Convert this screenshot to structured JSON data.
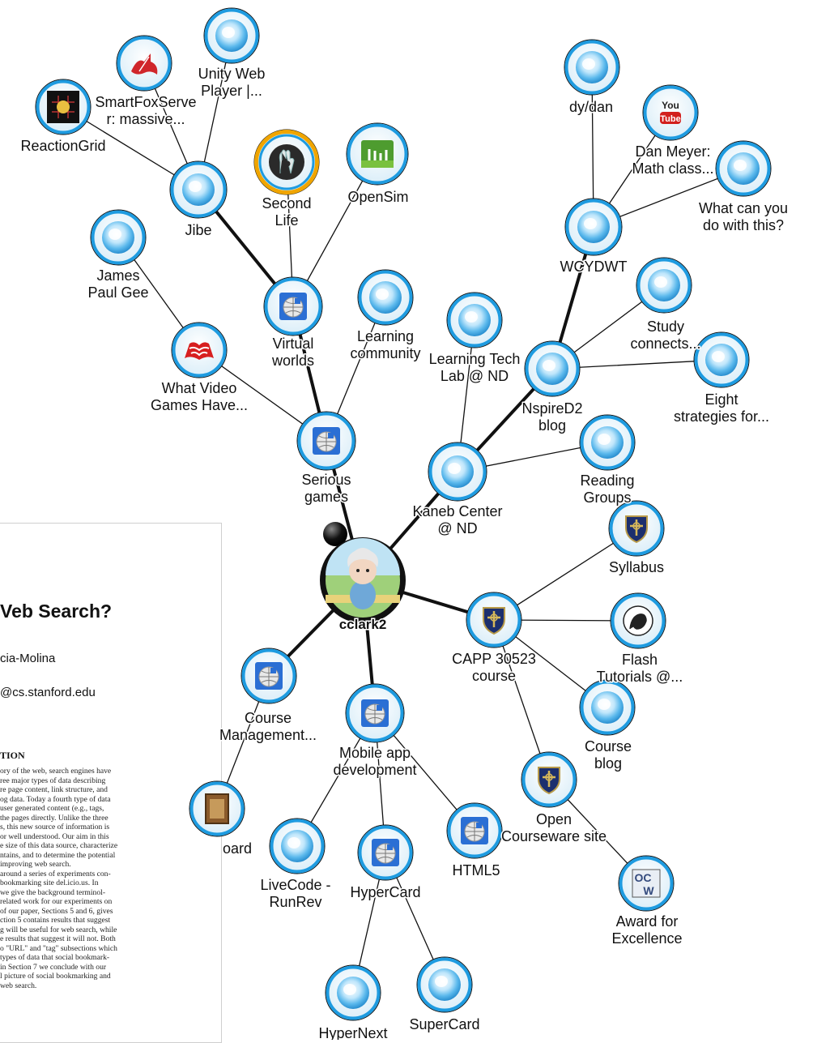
{
  "paper": {
    "title": "Veb Search?",
    "author": "cia-Molina",
    "email": "@cs.stanford.edu",
    "section_heading": "TION",
    "body_lines": [
      "ory of the web, search engines have",
      "ree major types of data describing",
      "re page content, link structure, and",
      "og data. Today a fourth type of data",
      "user generated content (e.g., tags,",
      "the pages directly. Unlike the three",
      "s, this new source of information is",
      "or well understood. Our aim in this",
      "e size of this data source, characterize",
      "ntains, and to determine the potential",
      "improving web search.",
      "around a series of experiments con-",
      "bookmarking site del.icio.us. In",
      "we give the background terminol-",
      "related work for our experiments on",
      "of our paper, Sections 5 and 6, gives",
      "ction 5 contains results that suggest",
      "g will be useful for web search, while",
      "e results that suggest it will not. Both",
      "o \"URL\" and \"tag\" subsections which",
      "types of data that social bookmark-",
      "in Section 7 we conclude with our",
      "l picture of social bookmarking and",
      "web search."
    ]
  },
  "graph": {
    "center": {
      "id": "cclark2",
      "label": "cclark2"
    },
    "nodes": [
      {
        "id": "serious",
        "lines": [
          "Serious",
          "games"
        ],
        "icon": "wikipedia"
      },
      {
        "id": "virtual",
        "lines": [
          "Virtual",
          "worlds"
        ],
        "icon": "wikipedia"
      },
      {
        "id": "jibe",
        "lines": [
          "Jibe"
        ],
        "icon": "bubble"
      },
      {
        "id": "reactiongrid",
        "lines": [
          "ReactionGrid"
        ],
        "icon": "reactiongrid"
      },
      {
        "id": "smartfox",
        "lines": [
          "SmartFoxServe",
          "r: massive..."
        ],
        "icon": "smartfox"
      },
      {
        "id": "unity",
        "lines": [
          "Unity Web",
          "Player |..."
        ],
        "icon": "bubble"
      },
      {
        "id": "secondlife",
        "lines": [
          "Second",
          "Life"
        ],
        "icon": "second-life"
      },
      {
        "id": "opensim",
        "lines": [
          "OpenSim"
        ],
        "icon": "opensim"
      },
      {
        "id": "learningcomm",
        "lines": [
          "Learning",
          "community"
        ],
        "icon": "bubble"
      },
      {
        "id": "gee",
        "lines": [
          "James",
          "Paul Gee"
        ],
        "icon": "bubble"
      },
      {
        "id": "whatvideo",
        "lines": [
          "What Video",
          "Games Have..."
        ],
        "icon": "book"
      },
      {
        "id": "kaneb",
        "lines": [
          "Kaneb Center",
          "@ ND"
        ],
        "icon": "bubble"
      },
      {
        "id": "learningtech",
        "lines": [
          "Learning Tech",
          "Lab @ ND"
        ],
        "icon": "bubble"
      },
      {
        "id": "nspire",
        "lines": [
          "NspireD2",
          "blog"
        ],
        "icon": "bubble"
      },
      {
        "id": "reading",
        "lines": [
          "Reading",
          "Groups"
        ],
        "icon": "bubble"
      },
      {
        "id": "study",
        "lines": [
          "Study",
          "connects..."
        ],
        "icon": "bubble"
      },
      {
        "id": "eight",
        "lines": [
          "Eight",
          "strategies for..."
        ],
        "icon": "bubble"
      },
      {
        "id": "wcydwt",
        "lines": [
          "WCYDWT"
        ],
        "icon": "bubble"
      },
      {
        "id": "dydan",
        "lines": [
          "dy/dan"
        ],
        "icon": "bubble"
      },
      {
        "id": "meyer",
        "lines": [
          "Dan Meyer:",
          "Math class..."
        ],
        "icon": "youtube"
      },
      {
        "id": "whatcan",
        "lines": [
          "What can you",
          "do with this?"
        ],
        "icon": "bubble"
      },
      {
        "id": "capp",
        "lines": [
          "CAPP 30523",
          "course"
        ],
        "icon": "nd-shield"
      },
      {
        "id": "syllabus",
        "lines": [
          "Syllabus"
        ],
        "icon": "nd-shield"
      },
      {
        "id": "flash",
        "lines": [
          "Flash",
          "Tutorials @..."
        ],
        "icon": "flash"
      },
      {
        "id": "courseblog",
        "lines": [
          "Course",
          "blog"
        ],
        "icon": "bubble"
      },
      {
        "id": "opencourse",
        "lines": [
          "Open",
          "Courseware site"
        ],
        "icon": "nd-shield"
      },
      {
        "id": "award",
        "lines": [
          "Award for",
          "Excellence"
        ],
        "icon": "ocw"
      },
      {
        "id": "coursemgmt",
        "lines": [
          "Course",
          "Management..."
        ],
        "icon": "wikipedia"
      },
      {
        "id": "board",
        "lines": [
          "oard"
        ],
        "icon": "board"
      },
      {
        "id": "mobile",
        "lines": [
          "Mobile app",
          "development"
        ],
        "icon": "wikipedia"
      },
      {
        "id": "livecode",
        "lines": [
          "LiveCode -",
          "RunRev"
        ],
        "icon": "bubble"
      },
      {
        "id": "hypercard",
        "lines": [
          "HyperCard"
        ],
        "icon": "wikipedia"
      },
      {
        "id": "html5",
        "lines": [
          "HTML5"
        ],
        "icon": "wikipedia"
      },
      {
        "id": "hypernext",
        "lines": [
          "HyperNext"
        ],
        "icon": "bubble"
      },
      {
        "id": "supercard",
        "lines": [
          "SuperCard"
        ],
        "icon": "bubble"
      }
    ],
    "edges": [
      {
        "from": "cclark2",
        "to": "serious",
        "heavy": true
      },
      {
        "from": "serious",
        "to": "virtual",
        "heavy": true
      },
      {
        "from": "virtual",
        "to": "jibe",
        "heavy": true
      },
      {
        "from": "jibe",
        "to": "reactiongrid",
        "heavy": false
      },
      {
        "from": "jibe",
        "to": "smartfox",
        "heavy": false
      },
      {
        "from": "jibe",
        "to": "unity",
        "heavy": false
      },
      {
        "from": "virtual",
        "to": "secondlife",
        "heavy": false
      },
      {
        "from": "virtual",
        "to": "opensim",
        "heavy": false
      },
      {
        "from": "serious",
        "to": "learningcomm",
        "heavy": false
      },
      {
        "from": "serious",
        "to": "whatvideo",
        "heavy": false
      },
      {
        "from": "whatvideo",
        "to": "gee",
        "heavy": false
      },
      {
        "from": "cclark2",
        "to": "kaneb",
        "heavy": true
      },
      {
        "from": "kaneb",
        "to": "nspire",
        "heavy": true
      },
      {
        "from": "kaneb",
        "to": "learningtech",
        "heavy": false
      },
      {
        "from": "kaneb",
        "to": "reading",
        "heavy": false
      },
      {
        "from": "nspire",
        "to": "wcydwt",
        "heavy": true
      },
      {
        "from": "nspire",
        "to": "study",
        "heavy": false
      },
      {
        "from": "nspire",
        "to": "eight",
        "heavy": false
      },
      {
        "from": "wcydwt",
        "to": "dydan",
        "heavy": false
      },
      {
        "from": "wcydwt",
        "to": "meyer",
        "heavy": false
      },
      {
        "from": "wcydwt",
        "to": "whatcan",
        "heavy": false
      },
      {
        "from": "cclark2",
        "to": "capp",
        "heavy": true
      },
      {
        "from": "capp",
        "to": "syllabus",
        "heavy": false
      },
      {
        "from": "capp",
        "to": "flash",
        "heavy": false
      },
      {
        "from": "capp",
        "to": "courseblog",
        "heavy": false
      },
      {
        "from": "capp",
        "to": "opencourse",
        "heavy": false
      },
      {
        "from": "opencourse",
        "to": "award",
        "heavy": false
      },
      {
        "from": "cclark2",
        "to": "coursemgmt",
        "heavy": true
      },
      {
        "from": "coursemgmt",
        "to": "board",
        "heavy": false
      },
      {
        "from": "cclark2",
        "to": "mobile",
        "heavy": true
      },
      {
        "from": "mobile",
        "to": "livecode",
        "heavy": false
      },
      {
        "from": "mobile",
        "to": "hypercard",
        "heavy": false
      },
      {
        "from": "mobile",
        "to": "html5",
        "heavy": false
      },
      {
        "from": "hypercard",
        "to": "hypernext",
        "heavy": false
      },
      {
        "from": "hypercard",
        "to": "supercard",
        "heavy": false
      }
    ]
  },
  "colors": {
    "node_ring": "#1e9be0",
    "selected_ring": "#f0a500",
    "edge": "#111111",
    "bubble": "#5ab8ec",
    "wikipedia_bg": "#2b6fd4",
    "youtube_red": "#d2201d"
  }
}
